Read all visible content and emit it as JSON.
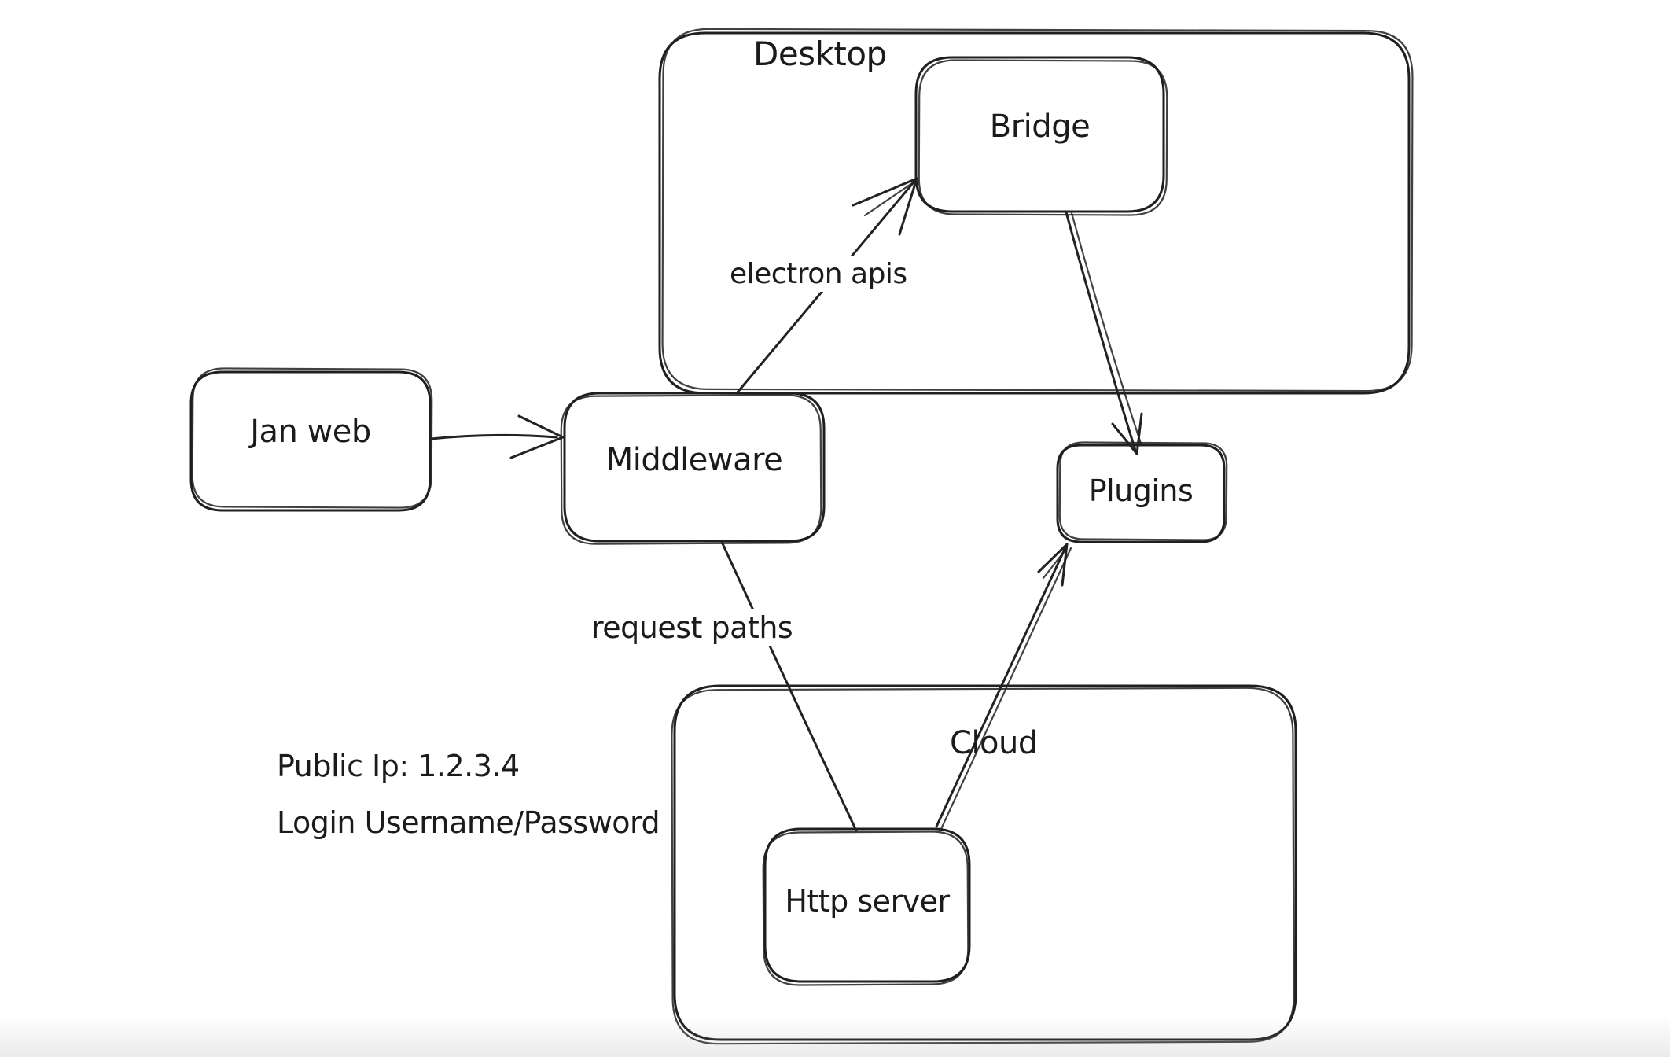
{
  "diagram": {
    "background_color": "#ffffff",
    "stroke_color": "#1f1f1f",
    "containers": [
      {
        "id": "desktop",
        "label": "Desktop"
      },
      {
        "id": "cloud",
        "label": "Cloud"
      }
    ],
    "nodes": [
      {
        "id": "jan-web",
        "label": "Jan web"
      },
      {
        "id": "middleware",
        "label": "Middleware"
      },
      {
        "id": "bridge",
        "label": "Bridge",
        "parent": "desktop"
      },
      {
        "id": "plugins",
        "label": "Plugins"
      },
      {
        "id": "http-server",
        "label": "Http server",
        "parent": "cloud"
      }
    ],
    "edges": [
      {
        "id": "jan-web-to-middleware",
        "from": "jan-web",
        "to": "middleware",
        "label": ""
      },
      {
        "id": "middleware-to-bridge",
        "from": "middleware",
        "to": "bridge",
        "label": "electron apis"
      },
      {
        "id": "bridge-to-plugins",
        "from": "bridge",
        "to": "plugins",
        "label": ""
      },
      {
        "id": "middleware-to-http-server",
        "from": "middleware",
        "to": "http-server",
        "label": "request paths"
      },
      {
        "id": "http-server-to-plugins",
        "from": "http-server",
        "to": "plugins",
        "label": ""
      }
    ],
    "notes": [
      "Public Ip: 1.2.3.4",
      "Login Username/Password"
    ]
  }
}
